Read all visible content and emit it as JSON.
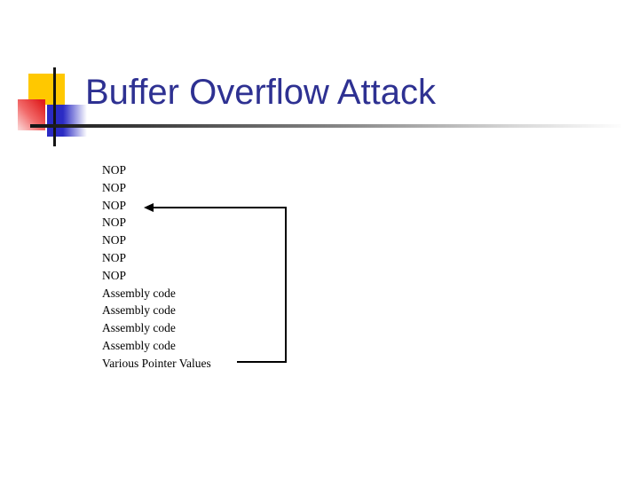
{
  "slide": {
    "title": "Buffer Overflow Attack",
    "memory_stack": {
      "lines": [
        "NOP",
        "NOP",
        "NOP",
        "NOP",
        "NOP",
        "NOP",
        "NOP",
        "Assembly code",
        "Assembly code",
        "Assembly code",
        "Assembly code",
        "Various Pointer Values"
      ]
    },
    "arrow": {
      "from_label": "Various Pointer Values",
      "to_label": "NOP"
    },
    "colors": {
      "title_text": "#2E3192",
      "accent_yellow": "#FFC800",
      "accent_red": "#E02020",
      "accent_blue": "#2B2BC4",
      "body_text": "#000000",
      "line_black": "#141414",
      "background": "#FFFFFF"
    }
  }
}
